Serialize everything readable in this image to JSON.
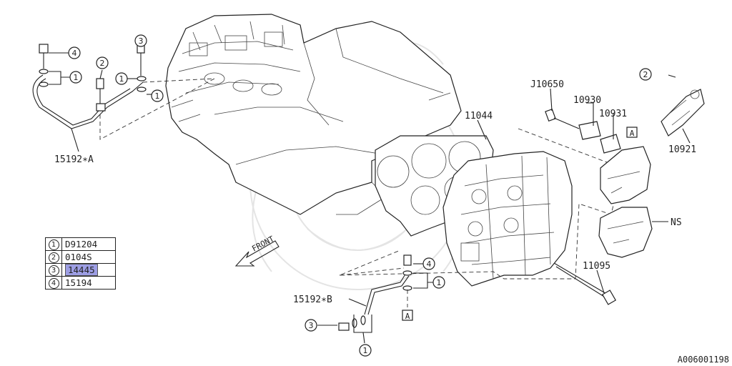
{
  "labels": {
    "tube_a": "15192∗A",
    "tube_b": "15192∗B",
    "gasket": "11044",
    "bolt_j": "J10650",
    "plate1": "10930",
    "plate2": "10931",
    "valve": "10921",
    "ns": "NS",
    "headbolt": "11095",
    "front": "FRONT",
    "ref_a_top": "A",
    "ref_a_bottom": "A"
  },
  "callouts": {
    "c1": "1",
    "c2": "2",
    "c3": "3",
    "c4": "4"
  },
  "legend": {
    "rows": [
      {
        "num": "1",
        "code": "D91204",
        "highlight": false
      },
      {
        "num": "2",
        "code": "0104S",
        "highlight": false
      },
      {
        "num": "3",
        "code": "14445",
        "highlight": true
      },
      {
        "num": "4",
        "code": "15194",
        "highlight": false
      }
    ],
    "highlight_color": "#9d9ee4"
  },
  "image_id": "A006001198"
}
